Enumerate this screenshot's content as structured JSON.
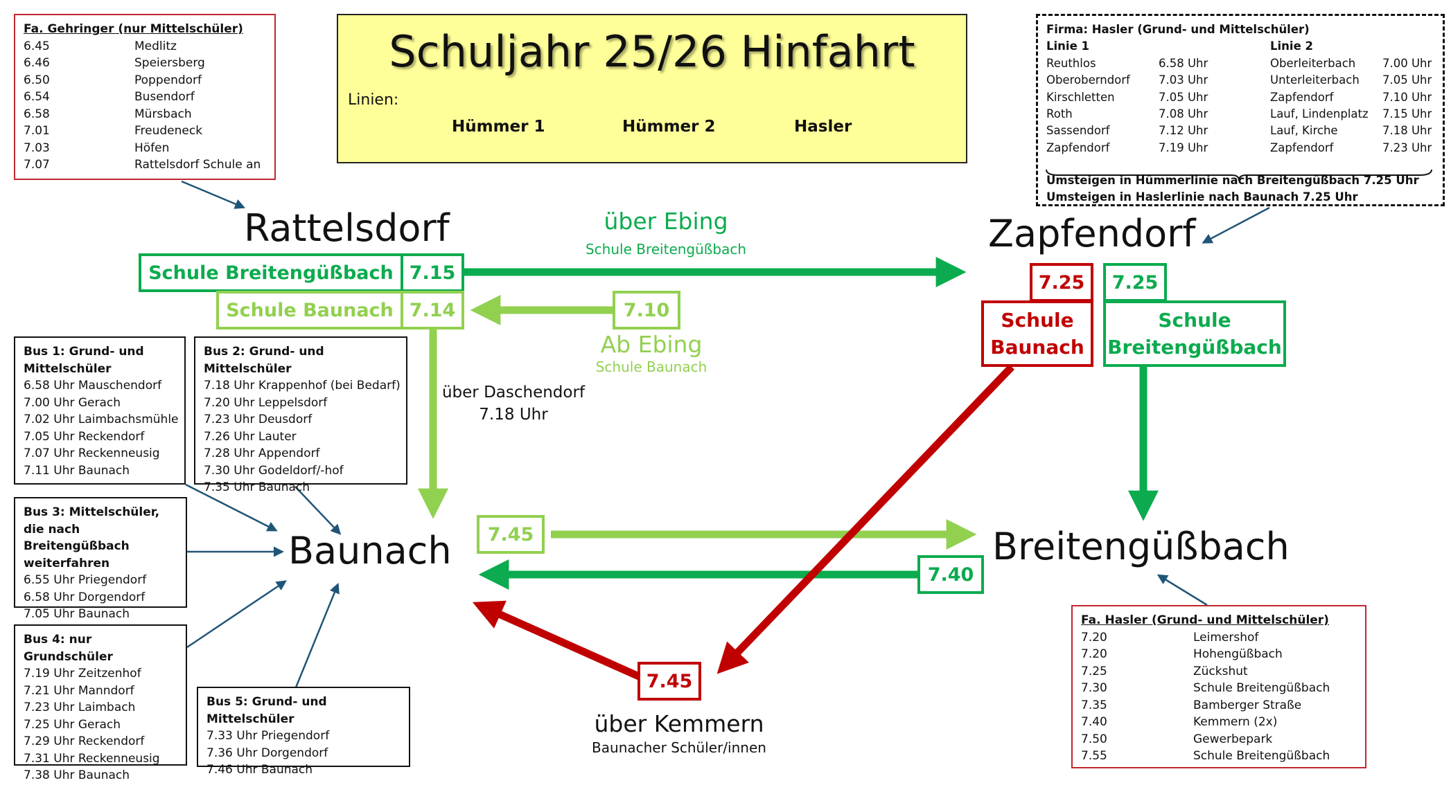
{
  "title": "Schuljahr 25/26 Hinfahrt",
  "legend": {
    "label": "Linien:",
    "items": [
      "Hümmer 1",
      "Hümmer 2",
      "Hasler"
    ]
  },
  "colors": {
    "huemmer1": "#0cab4f",
    "huemmer2": "#92d050",
    "hasler": "#c00000",
    "info_arrow": "#1f5577",
    "title_bg": "#ffff99"
  },
  "cities": {
    "rattelsdorf": "Rattelsdorf",
    "zapfendorf": "Zapfendorf",
    "baunach": "Baunach",
    "breitengussbach": "Breitengüßbach"
  },
  "gehringer": {
    "header": "Fa. Gehringer (nur Mittelschüler)",
    "rows": [
      [
        "6.45",
        "Medlitz"
      ],
      [
        "6.46",
        "Speiersberg"
      ],
      [
        "6.50",
        "Poppendorf"
      ],
      [
        "6.54",
        "Busendorf"
      ],
      [
        "6.58",
        "Mürsbach"
      ],
      [
        "7.01",
        "Freudeneck"
      ],
      [
        "7.03",
        "Höfen"
      ],
      [
        "7.07",
        "Rattelsdorf Schule an"
      ]
    ]
  },
  "hasler_zapf": {
    "header": "Firma: Hasler (Grund- und Mittelschüler)",
    "linie1": "Linie 1",
    "linie2": "Linie 2",
    "rows1": [
      [
        "Reuthlos",
        "6.58 Uhr"
      ],
      [
        "Oberoberndorf",
        "7.03 Uhr"
      ],
      [
        "Kirschletten",
        "7.05 Uhr"
      ],
      [
        "Roth",
        "7.08 Uhr"
      ],
      [
        "Sassendorf",
        "7.12 Uhr"
      ],
      [
        "Zapfendorf",
        "7.19 Uhr"
      ]
    ],
    "rows2": [
      [
        "Oberleiterbach",
        "7.00 Uhr"
      ],
      [
        "Unterleiterbach",
        "7.05 Uhr"
      ],
      [
        "Zapfendorf",
        "7.10 Uhr"
      ],
      [
        "Lauf, Lindenplatz",
        "7.15 Uhr"
      ],
      [
        "Lauf, Kirche",
        "7.18 Uhr"
      ],
      [
        "Zapfendorf",
        "7.23 Uhr"
      ]
    ],
    "note1": "Umsteigen in Hümmerlinie nach Breitengüßbach 7.25 Uhr",
    "note2": "Umsteigen in Haslerlinie nach Baunach 7.25 Uhr"
  },
  "bus1": {
    "header1": "Bus 1: Grund- und",
    "header2": "Mittelschüler",
    "rows": [
      "6.58 Uhr Mauschendorf",
      "7.00 Uhr Gerach",
      "7.02 Uhr Laimbachsmühle",
      "7.05 Uhr Reckendorf",
      "7.07 Uhr Reckenneusig",
      "7.11 Uhr Baunach"
    ]
  },
  "bus2": {
    "header": "Bus 2: Grund- und Mittelschüler",
    "rows": [
      "7.18 Uhr Krappenhof (bei Bedarf)",
      "7.20 Uhr Leppelsdorf",
      "7.23 Uhr Deusdorf",
      "7.26 Uhr Lauter",
      "7.28 Uhr Appendorf",
      "7.30 Uhr Godeldorf/-hof",
      "7.35 Uhr Baunach"
    ]
  },
  "bus3": {
    "header1": "Bus 3: Mittelschüler,",
    "header2": "die nach Breitengüßbach",
    "header3": "weiterfahren",
    "rows": [
      "6.55 Uhr Priegendorf",
      "6.58 Uhr Dorgendorf",
      "7.05 Uhr Baunach"
    ]
  },
  "bus4": {
    "header": "Bus 4: nur Grundschüler",
    "rows": [
      "7.19 Uhr Zeitzenhof",
      "7.21 Uhr Manndorf",
      "7.23 Uhr Laimbach",
      "7.25 Uhr Gerach",
      "7.29 Uhr Reckendorf",
      "7.31 Uhr Reckenneusig",
      "7.38 Uhr Baunach"
    ]
  },
  "bus5": {
    "header": "Bus 5: Grund- und Mittelschüler",
    "rows": [
      "7.33 Uhr Priegendorf",
      "7.36 Uhr Dorgendorf",
      "7.46 Uhr Baunach"
    ]
  },
  "hasler_breit": {
    "header": "Fa. Hasler (Grund- und Mittelschüler)",
    "rows": [
      [
        "7.20",
        "Leimershof"
      ],
      [
        "7.20",
        "Hohengüßbach"
      ],
      [
        "7.25",
        "Zückshut"
      ],
      [
        "7.30",
        "Schule Breitengüßbach"
      ],
      [
        "7.35",
        "Bamberger Straße"
      ],
      [
        "7.40",
        "Kemmern (2x)"
      ],
      [
        "7.50",
        "Gewerbepark"
      ],
      [
        "7.55",
        "Schule Breitengüßbach"
      ]
    ]
  },
  "routes": {
    "ratt_school_breit": "Schule Breitengüßbach",
    "ratt_time_breit": "7.15",
    "ratt_school_baun": "Schule Baunach",
    "ratt_time_baun": "7.14",
    "ebing_time": "7.10",
    "ueber_ebing": "über Ebing",
    "ueber_ebing_sub": "Schule Breitengüßbach",
    "ab_ebing": "Ab Ebing",
    "ab_ebing_sub": "Schule Baunach",
    "daschendorf": "über Daschendorf",
    "daschendorf_time": "7.18 Uhr",
    "zapf_time_red": "7.25",
    "zapf_time_green": "7.25",
    "zapf_school_red_1": "Schule",
    "zapf_school_red_2": "Baunach",
    "zapf_school_green_1": "Schule",
    "zapf_school_green_2": "Breitengüßbach",
    "baun_breit_time": "7.45",
    "breit_baun_time": "7.40",
    "kemmern_time": "7.45",
    "kemmern": "über Kemmern",
    "kemmern_sub": "Baunacher Schüler/innen"
  }
}
